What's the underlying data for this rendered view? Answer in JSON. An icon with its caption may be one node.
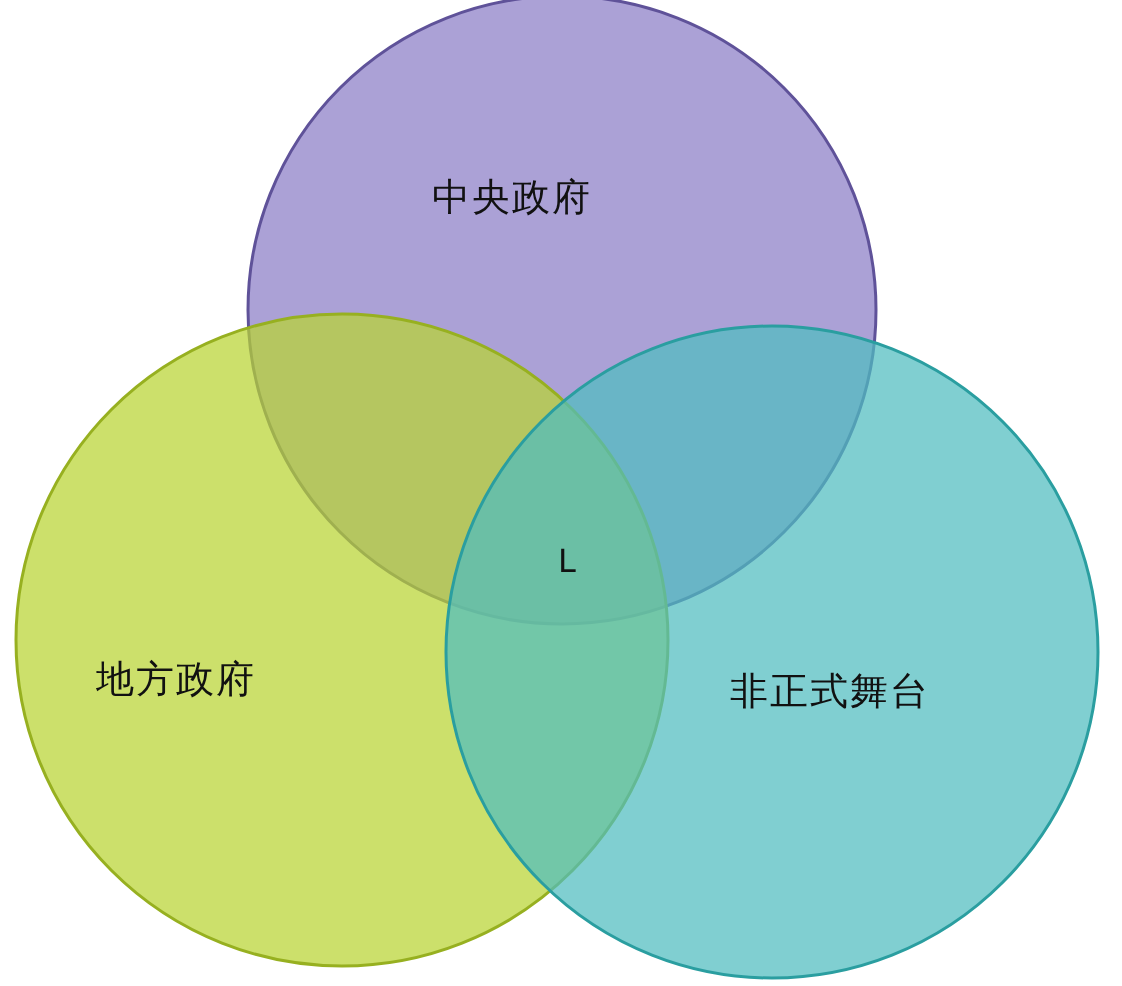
{
  "diagram": {
    "nodes": [
      {
        "text": [
          "中央政府"
        ]
      },
      {
        "text": [
          "地方政府"
        ]
      },
      {
        "text": [
          "非正式舞台"
        ]
      }
    ],
    "labels": [
      "L"
    ]
  }
}
